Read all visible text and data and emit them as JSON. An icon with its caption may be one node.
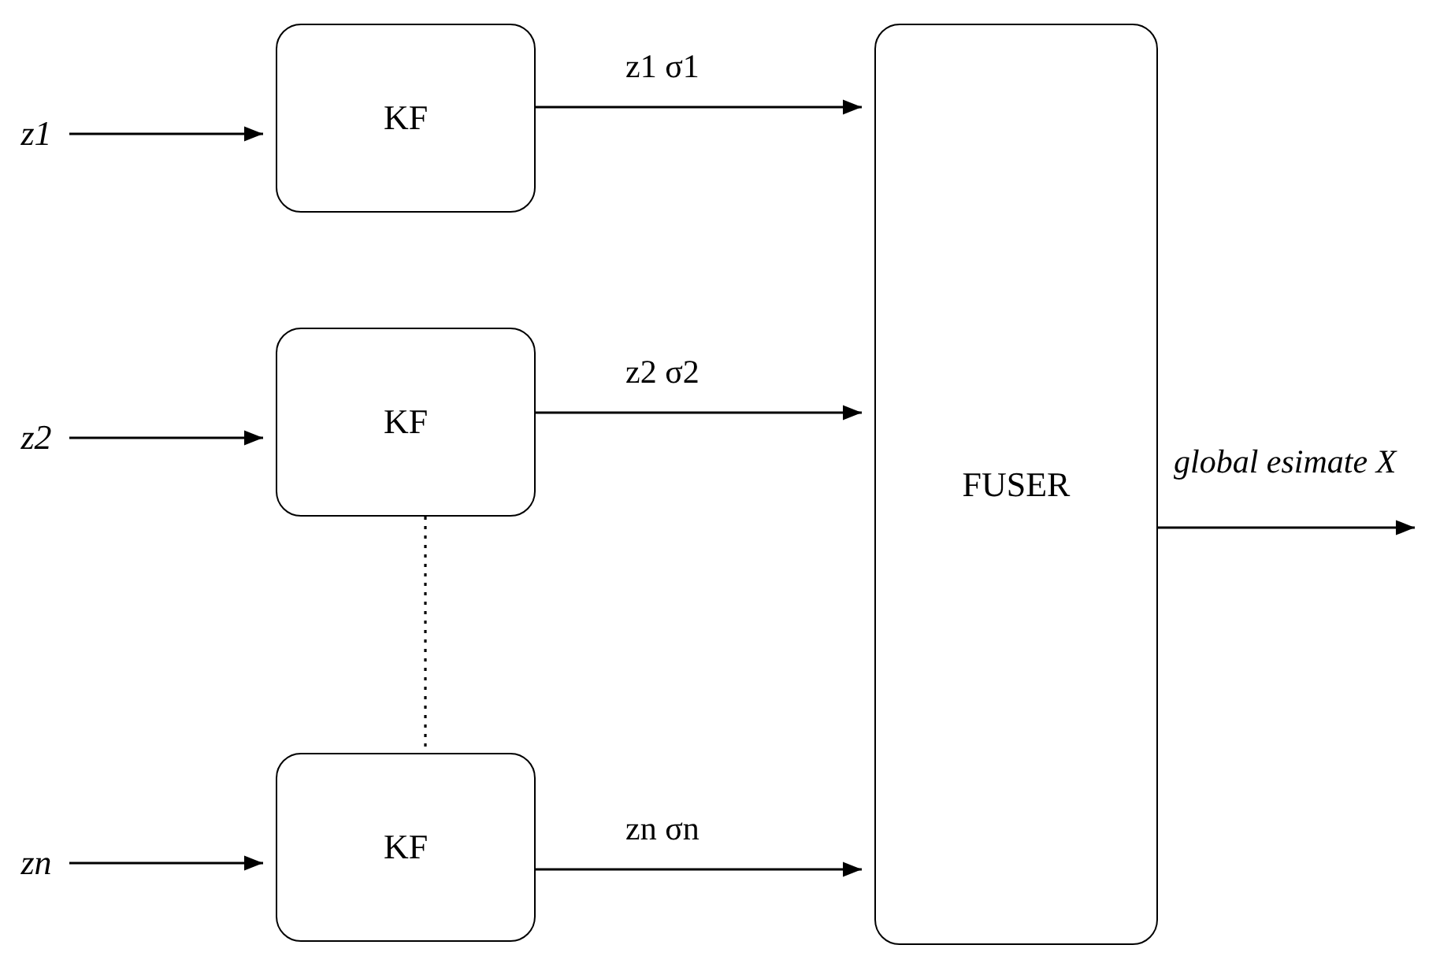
{
  "diagram": {
    "nodes": [
      {
        "text": [
          "z1"
        ]
      },
      {
        "text": [
          "KF"
        ]
      },
      {
        "text": [
          "z2"
        ]
      },
      {
        "text": [
          "KF"
        ]
      },
      {
        "text": [
          "zn"
        ]
      },
      {
        "text": [
          "KF"
        ]
      },
      {
        "text": [
          "FUSER"
        ]
      }
    ],
    "edges": [
      {
        "from": 0,
        "to": 1,
        "arrow": "to"
      },
      {
        "from": 1,
        "to": 6,
        "arrow": "to",
        "label": "z1 σ1"
      },
      {
        "from": 2,
        "to": 3,
        "arrow": "to"
      },
      {
        "from": 3,
        "to": 6,
        "arrow": "to",
        "label": "z2 σ2"
      },
      {
        "from": 4,
        "to": 5,
        "arrow": "to"
      },
      {
        "from": 5,
        "to": 6,
        "arrow": "to",
        "label": "zn σn"
      },
      {
        "from": 3,
        "to": 5,
        "arrow": "none",
        "style": "dashed"
      },
      {
        "from": 6,
        "to": null,
        "arrow": "to",
        "label": "global esimate X"
      }
    ]
  }
}
